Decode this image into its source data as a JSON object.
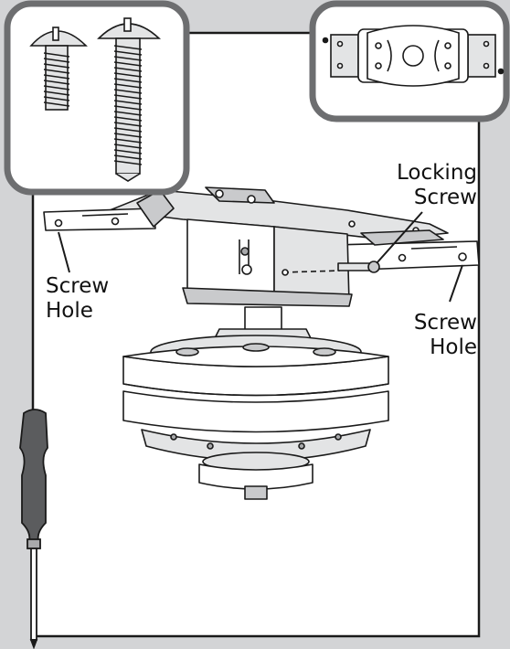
{
  "labels": {
    "locking_screw": [
      "Locking",
      "Screw"
    ],
    "screw_hole_left": [
      "Screw",
      "Hole"
    ],
    "screw_hole_right": [
      "Screw",
      "Hole"
    ]
  },
  "inset_screws": {
    "items": [
      {
        "name": "short machine screw",
        "head": "slotted round head"
      },
      {
        "name": "long machine screw",
        "head": "slotted round head"
      }
    ]
  },
  "inset_bracket": {
    "name": "mounting bracket top view"
  },
  "tool": {
    "name": "screwdriver"
  },
  "colors": {
    "background": "#d3d4d6",
    "panel": "#ffffff",
    "frame": "#6d6e70",
    "line": "#1a1a1a",
    "shade_light": "#e3e4e5",
    "shade_mid": "#c9cacc",
    "shade_dark": "#a8a9ab",
    "handle": "#5b5c5e"
  }
}
